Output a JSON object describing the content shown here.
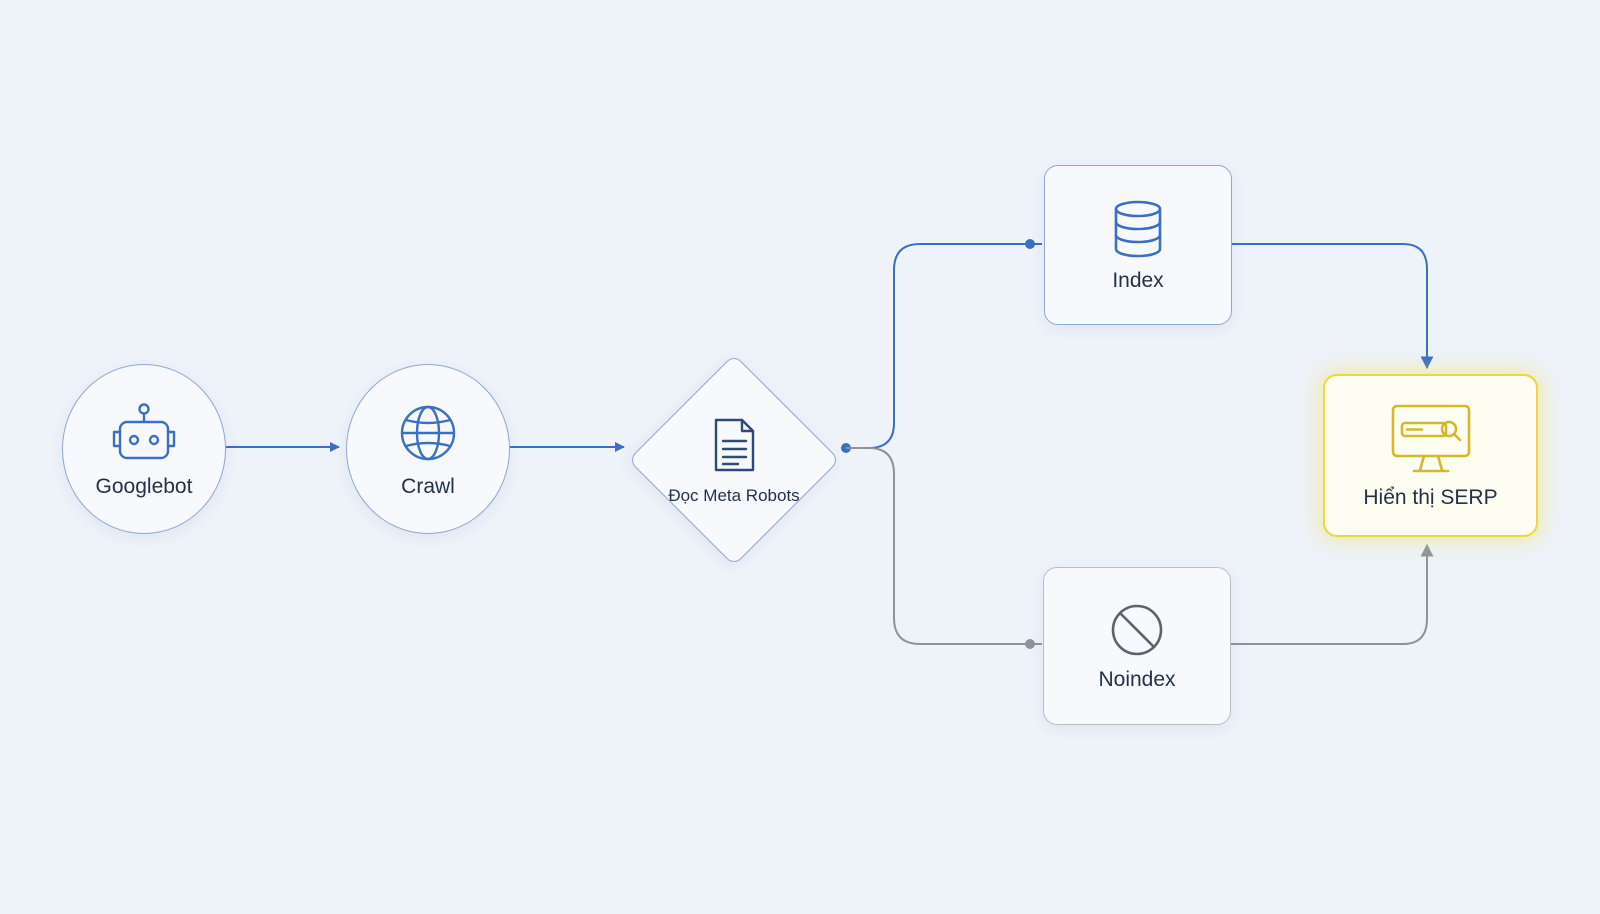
{
  "diagram": {
    "nodes": {
      "googlebot": {
        "label": "Googlebot",
        "icon": "robot-icon"
      },
      "crawl": {
        "label": "Crawl",
        "icon": "globe-icon"
      },
      "meta": {
        "label": "Đọc Meta Robots",
        "icon": "document-icon"
      },
      "index": {
        "label": "Index",
        "icon": "database-icon"
      },
      "noindex": {
        "label": "Noindex",
        "icon": "prohibited-icon"
      },
      "serp": {
        "label": "Hiển thị SERP",
        "icon": "monitor-search-icon"
      }
    },
    "edges": [
      {
        "from": "googlebot",
        "to": "crawl"
      },
      {
        "from": "crawl",
        "to": "meta"
      },
      {
        "from": "meta",
        "to": "index"
      },
      {
        "from": "meta",
        "to": "noindex"
      },
      {
        "from": "index",
        "to": "serp"
      },
      {
        "from": "noindex",
        "to": "serp"
      }
    ],
    "colors": {
      "background": "#eef2f9",
      "primary_flow": "#3b6fc4",
      "secondary_flow": "#8e939b",
      "highlight": "#ecd646",
      "text": "#243247"
    }
  }
}
